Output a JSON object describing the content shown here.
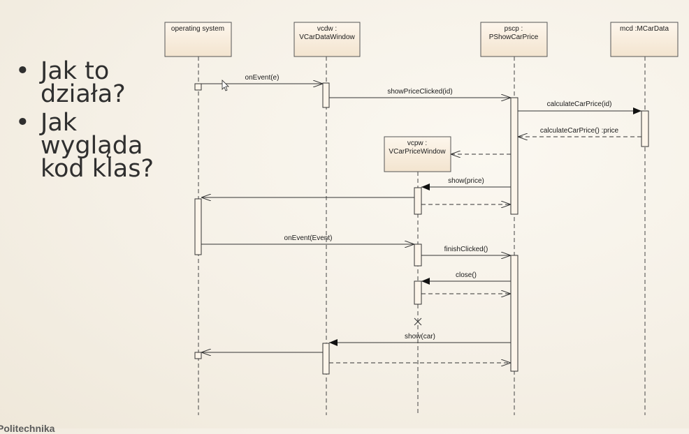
{
  "slide": {
    "bullets": [
      "Jak to\ndziała?",
      "Jak\nwygląda\nkod klas?"
    ],
    "footer": "Politechnika"
  },
  "diagram": {
    "participants": [
      {
        "id": "os",
        "line1": "operating system",
        "line2": ""
      },
      {
        "id": "vcdw",
        "line1": "vcdw :",
        "line2": "VCarDataWindow"
      },
      {
        "id": "pscp",
        "line1": "pscp :",
        "line2": "PShowCarPrice"
      },
      {
        "id": "mcd",
        "line1": "mcd :MCarData",
        "line2": ""
      },
      {
        "id": "vcpw",
        "line1": "vcpw :",
        "line2": "VCarPriceWindow"
      }
    ],
    "messages": [
      {
        "label": "onEvent(e)"
      },
      {
        "label": "showPriceClicked(id)"
      },
      {
        "label": "calculateCarPrice(id)"
      },
      {
        "label": "calculateCarPrice() :price"
      },
      {
        "label": "show(price)"
      },
      {
        "label": "onEvent(Event)"
      },
      {
        "label": "finishClicked()"
      },
      {
        "label": "close()"
      },
      {
        "label": "show(car)"
      }
    ]
  }
}
